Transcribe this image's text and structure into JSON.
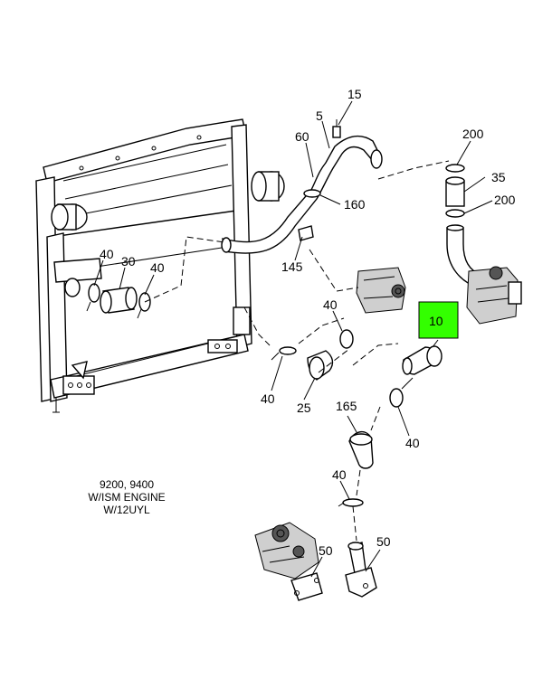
{
  "callouts": {
    "c15": "15",
    "c5": "5",
    "c60": "60",
    "c200a": "200",
    "c35": "35",
    "c200b": "200",
    "c160": "160",
    "c145": "145",
    "c40a": "40",
    "c30": "30",
    "c40b": "40",
    "c40c": "40",
    "c10": "10",
    "c40d": "40",
    "c25": "25",
    "c165": "165",
    "c40e": "40",
    "c40f": "40",
    "c50a": "50",
    "c50b": "50"
  },
  "caption": {
    "line1": "9200, 9400",
    "line2": "W/ISM ENGINE",
    "line3": "W/12UYL"
  },
  "highlight": {
    "part": "10",
    "color": "#33ff00"
  }
}
